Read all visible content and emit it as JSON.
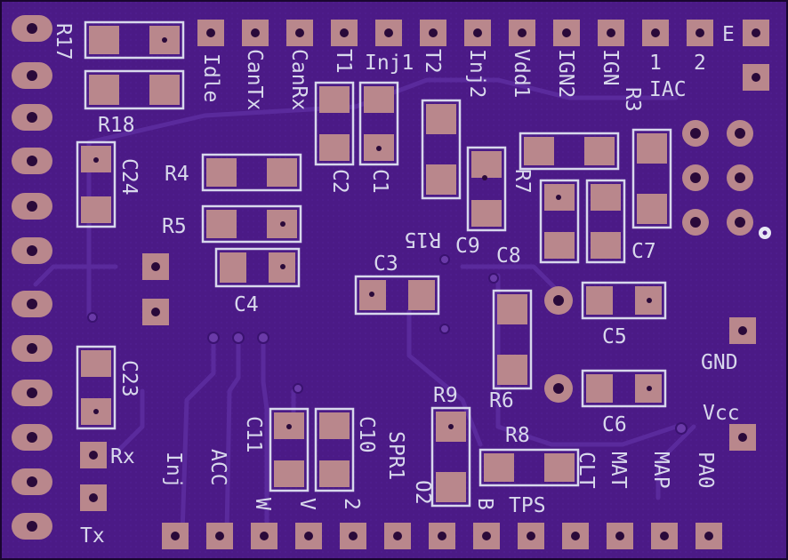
{
  "colors": {
    "board": "#4b1a86",
    "board_edge": "#1a0630",
    "copper_pour": "#52208f",
    "trace": "#5a2a9c",
    "silk": "#d8d8ec",
    "pad": "#b9878c",
    "hole": "#2a0a3a"
  },
  "labels": {
    "top_pins": [
      "Idle",
      "CanTx",
      "CanRx",
      "T1",
      "Inj1",
      "T2",
      "Inj2",
      "Vdd1",
      "IGN2",
      "IGN",
      "1",
      "2",
      "E",
      "IAC"
    ],
    "bottom_pins": [
      "Inj",
      "ACC",
      "W",
      "V",
      "2",
      "SPR1",
      "O2",
      "B",
      "TPS",
      "CLT",
      "MAT",
      "MAP",
      "PA0"
    ],
    "side": [
      "Rx",
      "Tx",
      "GND",
      "Vcc"
    ],
    "refdes": [
      "R17",
      "R18",
      "C24",
      "R4",
      "R5",
      "C4",
      "C2",
      "C1",
      "R15",
      "C9",
      "R7",
      "R3",
      "C8",
      "C7",
      "C3",
      "C5",
      "C23",
      "C6",
      "R6",
      "R9",
      "R8",
      "C11",
      "C10"
    ]
  }
}
